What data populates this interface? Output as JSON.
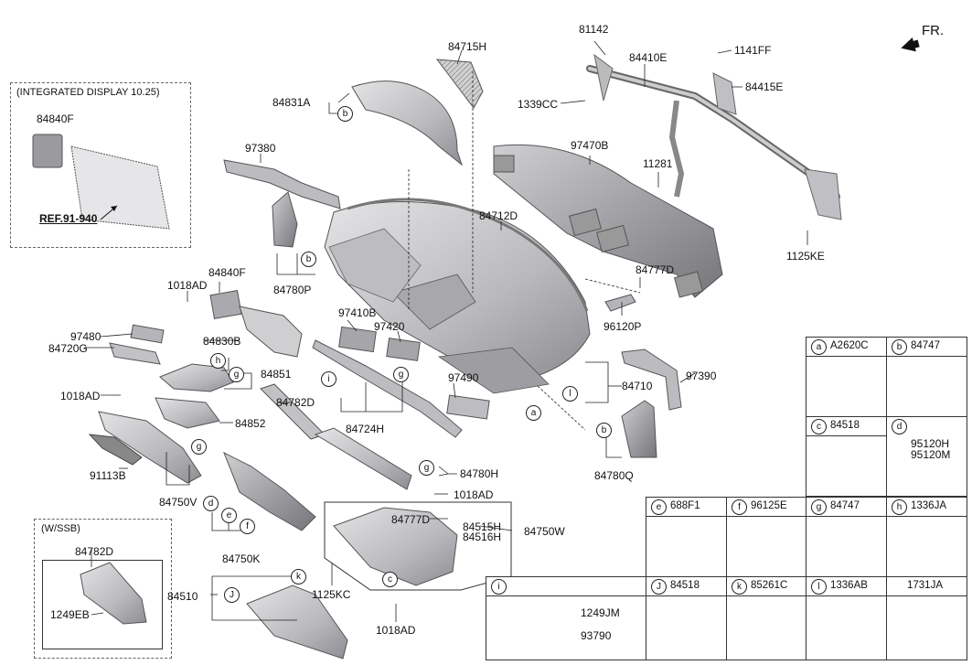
{
  "orientation": {
    "label": "FR."
  },
  "inset_integrated": {
    "title": "(INTEGRATED DISPLAY 10.25)",
    "part": "84840F",
    "ref": "REF.91-940"
  },
  "inset_ssb": {
    "title": "(W/SSB)",
    "part_top": "84782D",
    "part_bottom": "1249EB"
  },
  "labels": {
    "p84715H": "84715H",
    "p81142": "81142",
    "p84410E": "84410E",
    "p1141FF": "1141FF",
    "p84831A": "84831A",
    "p1339CC": "1339CC",
    "p84415E": "84415E",
    "p97380": "97380",
    "p97470B": "97470B",
    "p11281": "11281",
    "p84712D": "84712D",
    "p1125KE": "1125KE",
    "p84777D_top": "84777D",
    "p1018AD_a": "1018AD",
    "p84840F": "84840F",
    "p84780P": "84780P",
    "p96120P": "96120P",
    "p97410B": "97410B",
    "p97420": "97420",
    "p97480": "97480",
    "p84720G": "84720G",
    "p84830B": "84830B",
    "p84851": "84851",
    "p1018AD_b": "1018AD",
    "p84782D": "84782D",
    "p97490": "97490",
    "p84710": "84710",
    "p97390": "97390",
    "p84852": "84852",
    "p84724H": "84724H",
    "p91113B": "91113B",
    "p84780H": "84780H",
    "p1018AD_c": "1018AD",
    "p84780Q": "84780Q",
    "p84750V": "84750V",
    "p84777D_bot": "84777D",
    "p84515H": "84515H",
    "p84516H": "84516H",
    "p84750W": "84750W",
    "p84750K": "84750K",
    "p1125KC": "1125KC",
    "p84510": "84510",
    "p1018AD_d": "1018AD"
  },
  "callouts": {
    "a": "a",
    "b": "b",
    "c": "c",
    "d": "d",
    "e": "e",
    "f": "f",
    "g": "g",
    "h": "h",
    "i": "i",
    "j": "J",
    "k": "k",
    "l": "l"
  },
  "legend": [
    {
      "key": "a",
      "code": "A2620C"
    },
    {
      "key": "b",
      "code": "84747"
    },
    {
      "key": "c",
      "code": "84518"
    },
    {
      "key": "d",
      "code": "",
      "codes": [
        "95120H",
        "95120M"
      ]
    },
    {
      "key": "e",
      "code": "688F1"
    },
    {
      "key": "f",
      "code": "96125E"
    },
    {
      "key": "g",
      "code": "84747"
    },
    {
      "key": "h",
      "code": "1336JA"
    },
    {
      "key": "i",
      "code": "",
      "parts": [
        "1249JM",
        "93790"
      ]
    },
    {
      "key": "J",
      "code": "84518"
    },
    {
      "key": "k",
      "code": "85261C"
    },
    {
      "key": "l",
      "code": "1336AB"
    },
    {
      "key": "",
      "code": "1731JA"
    }
  ],
  "colors": {
    "part_fill": "#c9c9cc",
    "part_stroke": "#555555",
    "line": "#222222"
  }
}
